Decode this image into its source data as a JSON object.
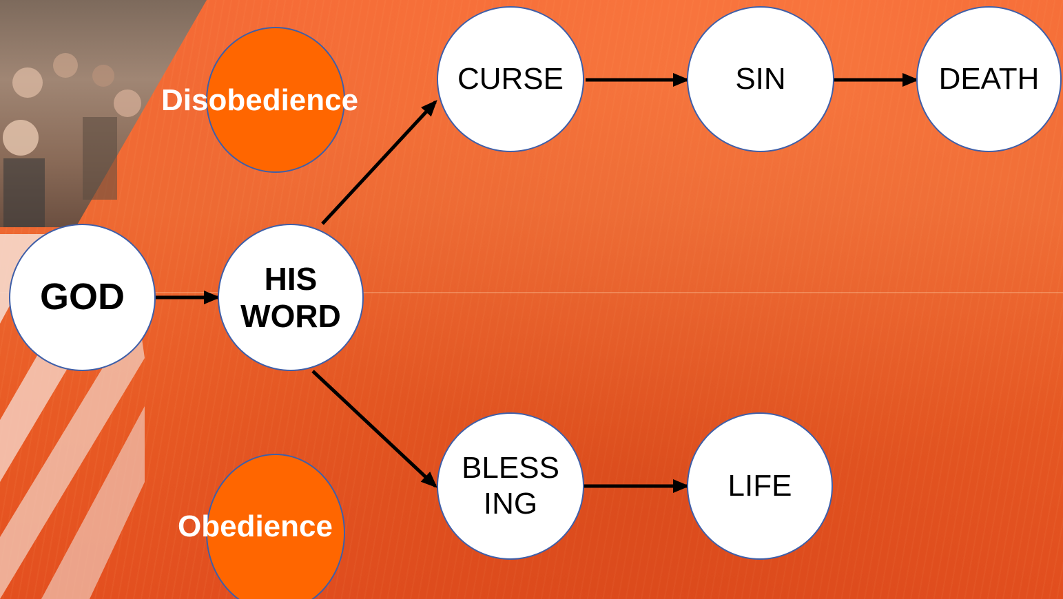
{
  "nodes": {
    "god": "GOD",
    "his_word": "HIS\nWORD",
    "curse": "CURSE",
    "sin": "SIN",
    "death": "DEATH",
    "blessing": "BLESS\nING",
    "life": "LIFE"
  },
  "branches": {
    "disobedience": "Disobedience",
    "obedience": "Obedience"
  },
  "colors": {
    "background": "#f0632a",
    "node_fill": "#ffffff",
    "node_stroke": "#3f5fa8",
    "branch_circle": "#ff6600",
    "arrow": "#000000",
    "branch_text": "#ffffff"
  }
}
